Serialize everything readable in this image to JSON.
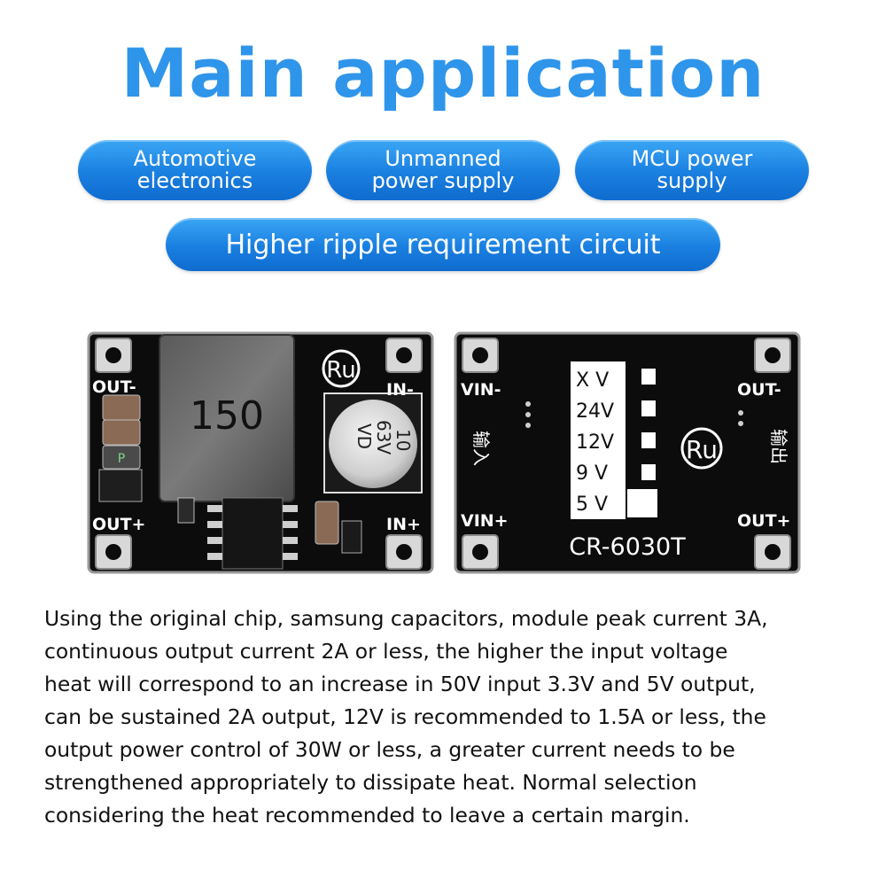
{
  "header": {
    "title": "Main application"
  },
  "applications": [
    {
      "lines": [
        "Automotive",
        "electronics"
      ]
    },
    {
      "lines": [
        "Unmanned",
        "power supply"
      ]
    },
    {
      "lines": [
        "MCU power",
        "supply"
      ]
    },
    {
      "lines": [
        "Higher ripple requirement circuit"
      ]
    }
  ],
  "front_board": {
    "labels": {
      "out_minus": "OUT-",
      "in_minus": "IN-",
      "out_plus": "OUT+",
      "in_plus": "IN+"
    },
    "inductor_marking": "150",
    "capacitor_marking": [
      "10",
      "63V",
      "VD"
    ],
    "logo": "Ru",
    "fuse_marking": "P"
  },
  "back_board": {
    "labels": {
      "vin_minus": "VIN-",
      "out_minus": "OUT-",
      "vin_plus": "VIN+",
      "out_plus": "OUT+"
    },
    "input_cn": "输入",
    "output_cn": "输出",
    "voltages": [
      "X V",
      "24V",
      "12V",
      "9 V",
      "5 V"
    ],
    "logo": "Ru",
    "model": "CR-6030T"
  },
  "description": [
    "Using the original chip, samsung capacitors, module peak current 3A,",
    "continuous output current 2A or less, the higher the input voltage",
    "heat will correspond to an increase in 50V input 3.3V and 5V output,",
    "can be sustained 2A output, 12V is recommended to 1.5A or less, the",
    "output power control of 30W or less, a greater current needs to be",
    "strengthened appropriately to dissipate heat. Normal selection",
    "considering the heat recommended to leave a certain margin."
  ]
}
